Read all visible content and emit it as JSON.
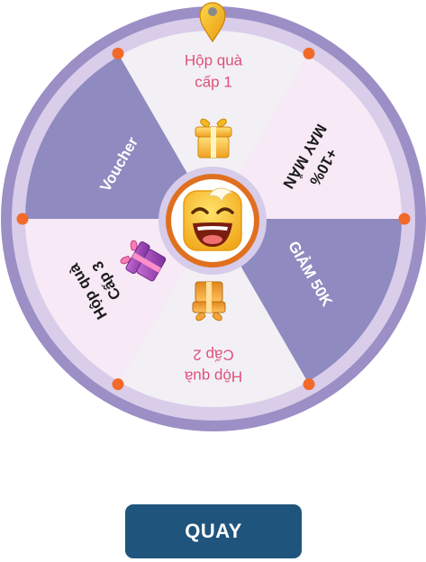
{
  "wheel": {
    "segments": [
      {
        "line1": "Hộp quà",
        "line2": "cấp 1",
        "text_color": "#e0507a",
        "fill": "#f2f0f4",
        "prize_icon": "gift-box-gold-icon"
      },
      {
        "line1": "+10%",
        "line2": "MAY MẮN",
        "text_color": "#1c1c1c",
        "fill": "#f7e9f6",
        "prize_icon": ""
      },
      {
        "line1": "GIẢM 50K",
        "line2": "",
        "text_color": "#ffffff",
        "fill": "#8f8ac0",
        "prize_icon": ""
      },
      {
        "line1": "Hộp quà",
        "line2": "Cấp 2",
        "text_color": "#e0507a",
        "fill": "#f2f0f4",
        "prize_icon": "gift-box-orange-icon"
      },
      {
        "line1": "Hộp quà",
        "line2": "Cấp 3",
        "text_color": "#1c1c1c",
        "fill": "#f7e9f6",
        "prize_icon": "gift-box-pink-icon"
      },
      {
        "line1": "Voucher",
        "line2": "",
        "text_color": "#ffffff",
        "fill": "#8f8ac0",
        "prize_icon": ""
      }
    ],
    "center_icon": "laughing-face-icon",
    "pointer_icon": "map-pin-icon",
    "colors": {
      "rim_outer": "#9b8fc6",
      "rim_inner": "#d9cdea",
      "dot": "#f26a2a",
      "center_ring": "#e07020"
    }
  },
  "spin_button": {
    "label": "QUAY",
    "color": "#1f557c"
  }
}
